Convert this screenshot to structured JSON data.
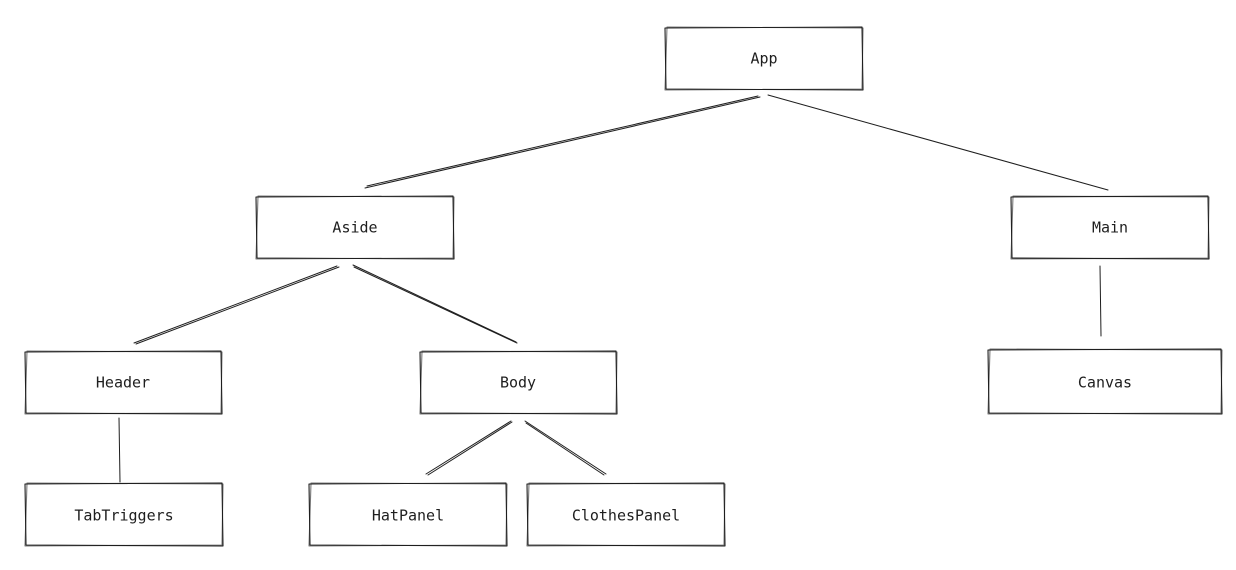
{
  "nodes": {
    "app": "App",
    "aside": "Aside",
    "main": "Main",
    "header": "Header",
    "body": "Body",
    "canvas": "Canvas",
    "tab_triggers": "TabTriggers",
    "hat_panel": "HatPanel",
    "clothes_panel": "ClothesPanel"
  },
  "edges": [
    {
      "from": "App",
      "to": "Aside"
    },
    {
      "from": "App",
      "to": "Main"
    },
    {
      "from": "Aside",
      "to": "Header"
    },
    {
      "from": "Aside",
      "to": "Body"
    },
    {
      "from": "Main",
      "to": "Canvas"
    },
    {
      "from": "Header",
      "to": "TabTriggers"
    },
    {
      "from": "Body",
      "to": "HatPanel"
    },
    {
      "from": "Body",
      "to": "ClothesPanel"
    }
  ],
  "style": {
    "stroke_color": "#1e1e1e",
    "background": "#ffffff"
  }
}
